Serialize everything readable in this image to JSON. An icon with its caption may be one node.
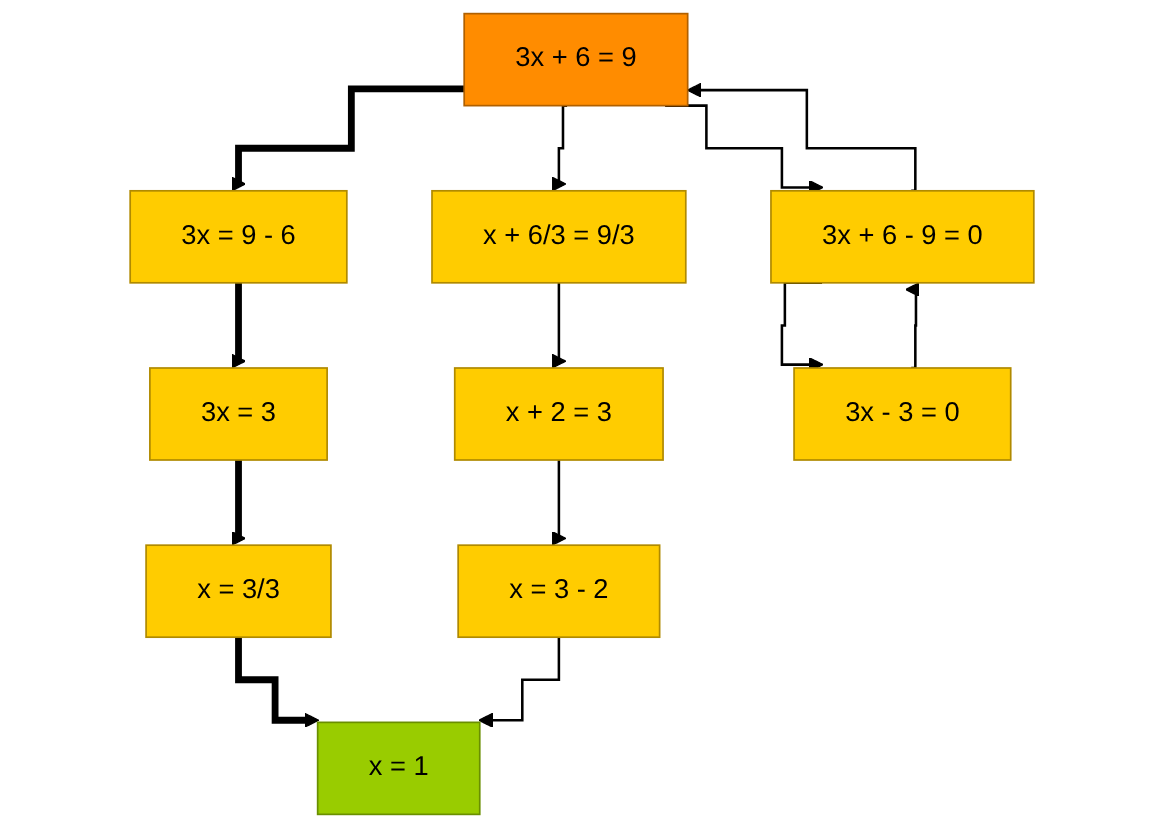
{
  "diagram": {
    "nodes": [
      {
        "text": [
          "3x + 6 = 9"
        ]
      },
      {
        "text": [
          "3x = 9 - 6"
        ]
      },
      {
        "text": [
          "x + 6/3 = 9/3"
        ]
      },
      {
        "text": [
          "3x + 6 - 9 = 0"
        ]
      },
      {
        "text": [
          "3x = 3"
        ]
      },
      {
        "text": [
          "x + 2 = 3"
        ]
      },
      {
        "text": [
          "3x - 3 = 0"
        ]
      },
      {
        "text": [
          "x = 3/3"
        ]
      },
      {
        "text": [
          "x = 3 - 2"
        ]
      },
      {
        "text": [
          "x = 1"
        ]
      }
    ],
    "edges": [
      {
        "from": 0,
        "to": 1,
        "arrow": "to",
        "style": "thick"
      },
      {
        "from": 0,
        "to": 2,
        "arrow": "to"
      },
      {
        "from": 0,
        "to": 3,
        "arrow": "to"
      },
      {
        "from": 3,
        "to": 0,
        "arrow": "to"
      },
      {
        "from": 3,
        "to": 6,
        "arrow": "to"
      },
      {
        "from": 6,
        "to": 3,
        "arrow": "to"
      },
      {
        "from": 1,
        "to": 4,
        "arrow": "to",
        "style": "thick"
      },
      {
        "from": 2,
        "to": 5,
        "arrow": "to"
      },
      {
        "from": 4,
        "to": 7,
        "arrow": "to",
        "style": "thick"
      },
      {
        "from": 5,
        "to": 8,
        "arrow": "to"
      },
      {
        "from": 7,
        "to": 9,
        "arrow": "to",
        "style": "thick"
      },
      {
        "from": 8,
        "to": 9,
        "arrow": "to"
      }
    ]
  }
}
